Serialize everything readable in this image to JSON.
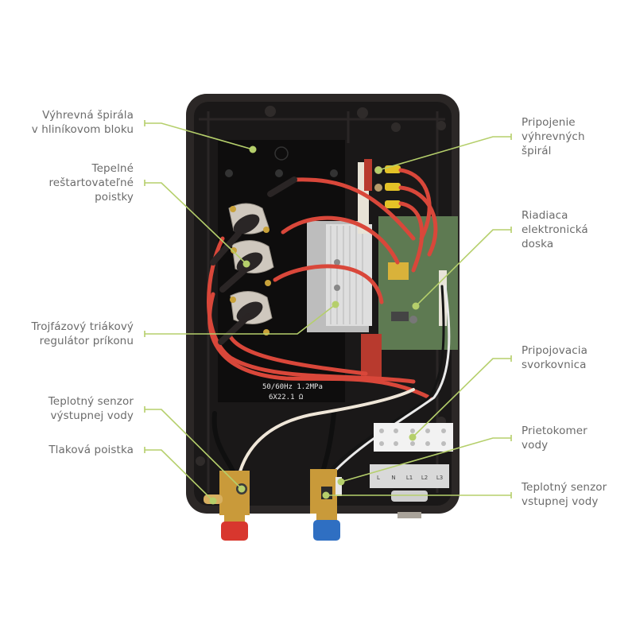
{
  "colors": {
    "leader": "#b5cf6b",
    "label_text": "#6b6b6b",
    "case": "#1c1a1a",
    "case_edge": "#3a3534",
    "wire_red": "#d9473a",
    "brass": "#c99a3a",
    "heatsink": "#d6d6d6",
    "pcb": "#5e7a52",
    "cap_red": "#d8372e",
    "cap_blue": "#2f6fc2"
  },
  "labels_left": [
    {
      "id": "heating-coil",
      "text": "Výhrevná špirála\nv  hliníkovom bloku"
    },
    {
      "id": "thermal-fuses",
      "text": "Tepelné\nreštartovateľné\npoistky"
    },
    {
      "id": "triac-regulator",
      "text": "Trojfázový triákový\nregulátor príkonu"
    },
    {
      "id": "outlet-temp-sensor",
      "text": "Teplotný senzor\nvýstupnej vody"
    },
    {
      "id": "pressure-valve",
      "text": "Tlaková poistka"
    }
  ],
  "labels_right": [
    {
      "id": "coil-connection",
      "text": "Pripojenie\nvýhrevných\nšpirál"
    },
    {
      "id": "control-board",
      "text": "Riadiaca\nelektronická\ndoska"
    },
    {
      "id": "terminal-block",
      "text": "Pripojovacia\nsvorkovnica"
    },
    {
      "id": "flow-meter",
      "text": "Prietokomer\nvody"
    },
    {
      "id": "inlet-temp-sensor",
      "text": "Teplotný senzor\nvstupnej vody"
    }
  ],
  "device_print": {
    "line1": "50/60Hz 1.2MPa",
    "line2": "6X22.1 Ω"
  },
  "terminal_labels": [
    "L",
    "N",
    "L1",
    "L2",
    "L3"
  ]
}
